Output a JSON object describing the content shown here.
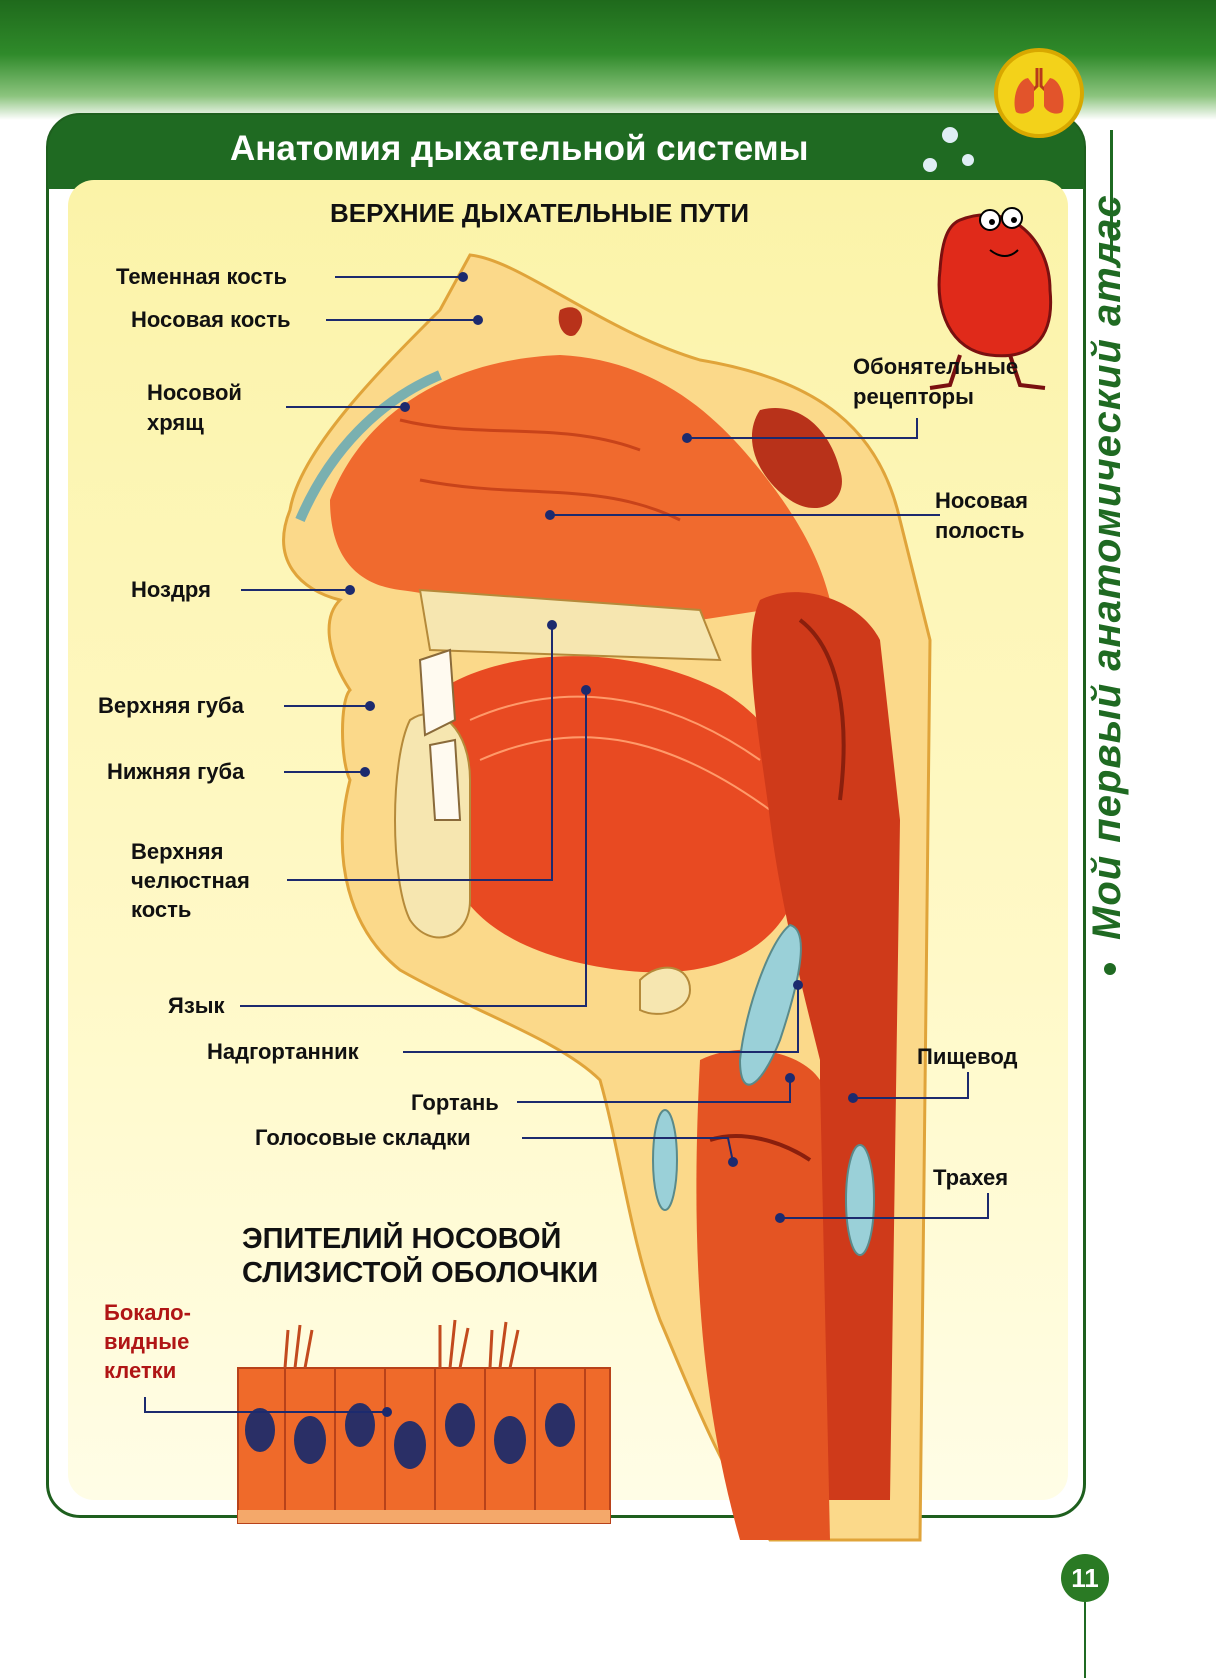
{
  "header": {
    "title": "Анатомия дыхательной системы",
    "side_title": "Мой первый анатомический атлас",
    "page_number": "11"
  },
  "section_title": "ВЕРХНИЕ ДЫХАТЕЛЬНЫЕ ПУТИ",
  "labels": {
    "temennaya": "Теменная кость",
    "nosovaya_kost": "Носовая кость",
    "nosovoy_1": "Носовой",
    "nosovoy_2": "хрящ",
    "obon_1": "Обонятельные",
    "obon_2": "рецепторы",
    "polost_1": "Носовая",
    "polost_2": "полость",
    "nozdrya": "Ноздря",
    "verh_guba": "Верхняя губа",
    "nizh_guba": "Нижняя губа",
    "chel_1": "Верхняя",
    "chel_2": "челюстная",
    "chel_3": "кость",
    "yazyk": "Язык",
    "nadgortannik": "Надгортанник",
    "pischevod": "Пищевод",
    "gortan": "Гортань",
    "golos": "Голосовые складки",
    "traheya": "Трахея"
  },
  "epithelium": {
    "title_1": "ЭПИТЕЛИЙ НОСОВОЙ",
    "title_2": "СЛИЗИСТОЙ ОБОЛОЧКИ",
    "goblet_1": "Бокало-",
    "goblet_2": "видные",
    "goblet_3": "клетки"
  },
  "colors": {
    "brand_green": "#1f6a22",
    "leader_line": "#1c2a6e",
    "tissue_red": "#e8461e",
    "background_yellow": "#fff9c8"
  }
}
